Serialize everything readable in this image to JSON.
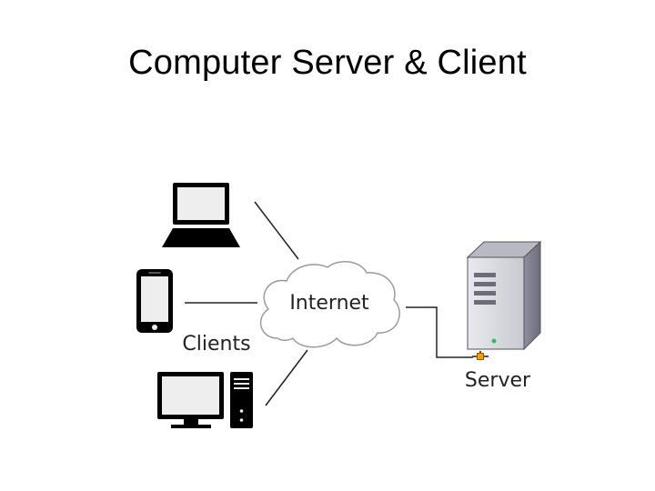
{
  "slide": {
    "title": "Computer Server & Client"
  },
  "diagram": {
    "cloud_label": "Internet",
    "clients_label": "Clients",
    "server_label": "Server",
    "colors": {
      "device": "#000000",
      "screen": "#eeeeee",
      "line": "#222222",
      "cloud_stroke": "#9a9a9a",
      "server_light": "#22c55e",
      "connector": "#f59e0b"
    }
  }
}
